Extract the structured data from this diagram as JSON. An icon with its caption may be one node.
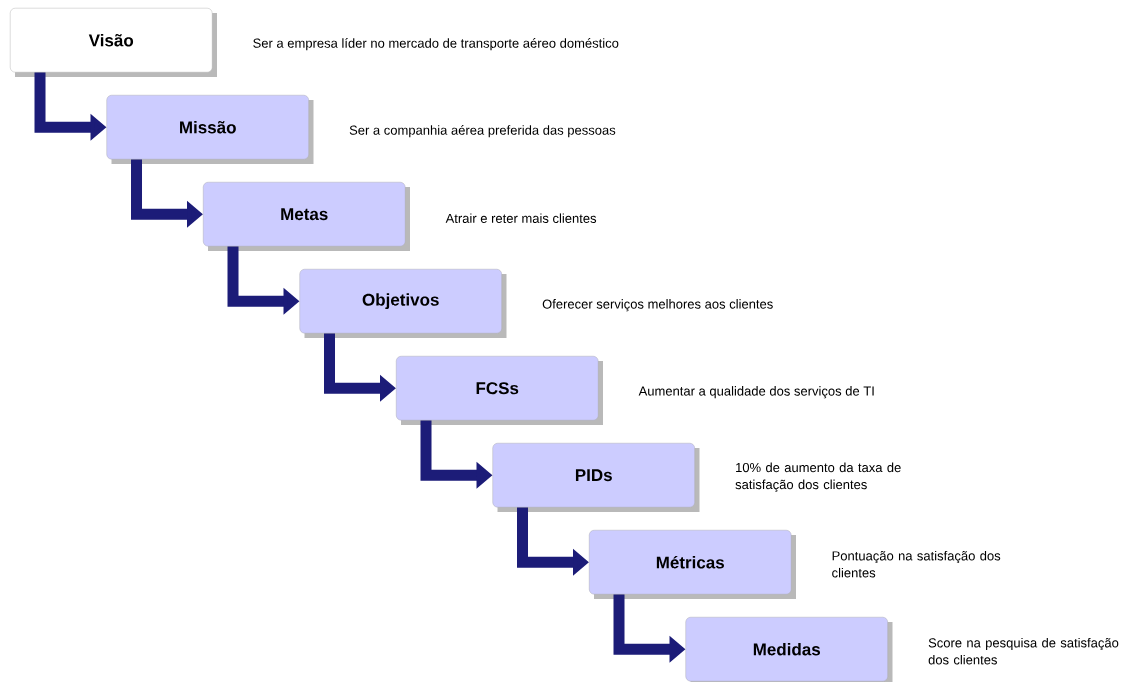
{
  "diagram": {
    "nodes": [
      {
        "text": [
          "Visão"
        ],
        "beside": [
          "Ser a empresa líder no mercado de  transporte aéreo doméstico"
        ]
      },
      {
        "text": [
          "Missão"
        ],
        "beside": [
          "Ser a companhia aérea preferida das pessoas"
        ]
      },
      {
        "text": [
          "Metas"
        ],
        "beside": [
          "Atrair e reter mais clientes"
        ]
      },
      {
        "text": [
          "Objetivos"
        ],
        "beside": [
          "Oferecer serviços melhores aos clientes"
        ]
      },
      {
        "text": [
          "FCSs"
        ],
        "beside": [
          "Aumentar a qualidade dos serviços de TI"
        ]
      },
      {
        "text": [
          "PIDs"
        ],
        "beside": [
          "10% de aumento da taxa de satisfação dos clientes"
        ]
      },
      {
        "text": [
          "Métricas"
        ],
        "beside": [
          "Pontuação na satisfação dos clientes"
        ]
      },
      {
        "text": [
          "Medidas"
        ],
        "beside": [
          "Score na pesquisa de satisfação dos clientes"
        ]
      }
    ],
    "edges": [
      {
        "from": 0,
        "to": 1,
        "arrow": "to"
      },
      {
        "from": 1,
        "to": 2,
        "arrow": "to"
      },
      {
        "from": 2,
        "to": 3,
        "arrow": "to"
      },
      {
        "from": 3,
        "to": 4,
        "arrow": "to"
      },
      {
        "from": 4,
        "to": 5,
        "arrow": "to"
      },
      {
        "from": 5,
        "to": 6,
        "arrow": "to"
      },
      {
        "from": 6,
        "to": 7,
        "arrow": "to"
      }
    ]
  }
}
